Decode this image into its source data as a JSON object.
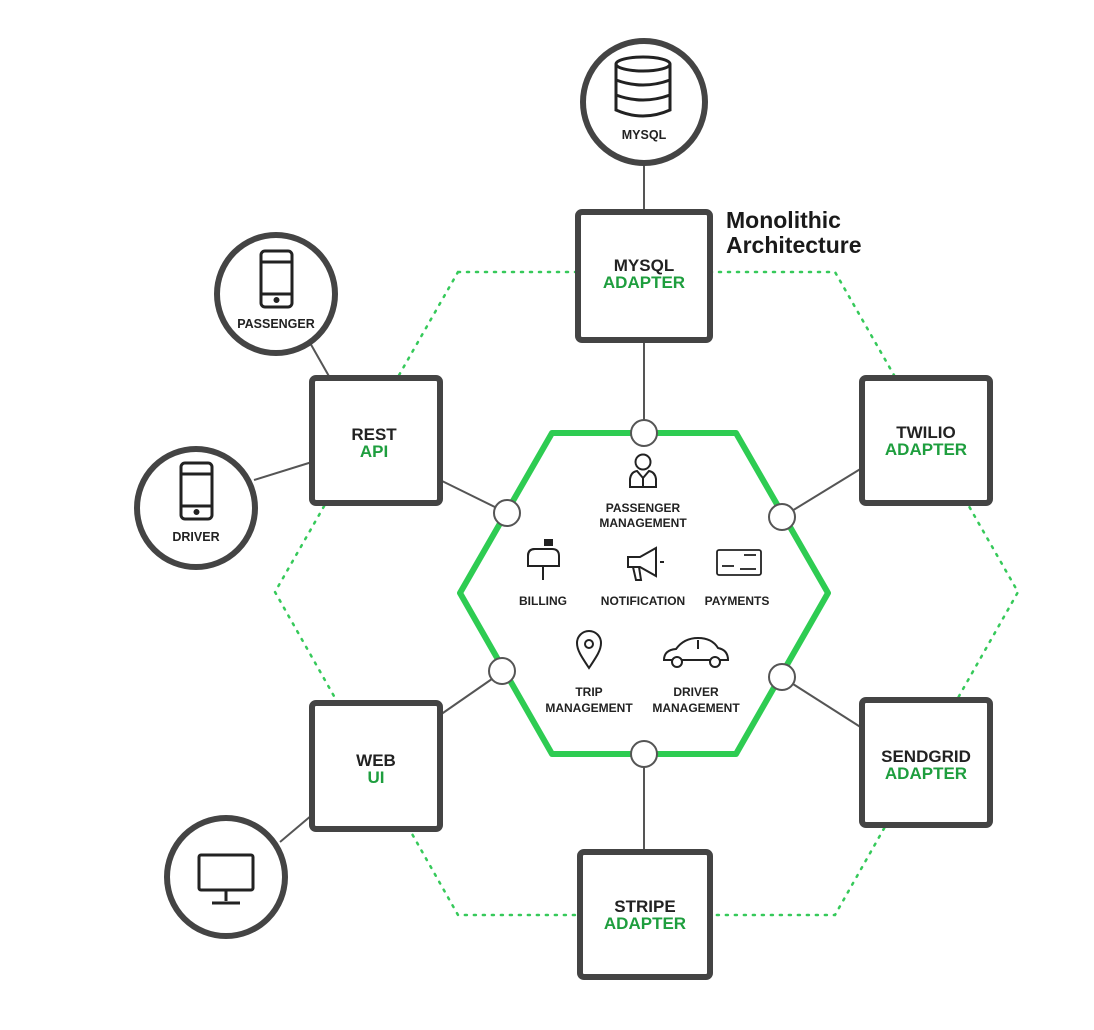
{
  "title": {
    "line1": "Monolithic",
    "line2": "Architecture"
  },
  "colors": {
    "accent": "#2ecc52",
    "dotted": "#36c95a",
    "outline": "#444444",
    "text_green": "#1e9e3e"
  },
  "externals": {
    "mysql": "MYSQL",
    "passenger": "PASSENGER",
    "driver": "DRIVER",
    "web_client": ""
  },
  "adapters": {
    "mysql": {
      "line1": "MYSQL",
      "line2": "ADAPTER"
    },
    "rest": {
      "line1": "REST",
      "line2": "API"
    },
    "twilio": {
      "line1": "TWILIO",
      "line2": "ADAPTER"
    },
    "web": {
      "line1": "WEB",
      "line2": "UI"
    },
    "sendgrid": {
      "line1": "SENDGRID",
      "line2": "ADAPTER"
    },
    "stripe": {
      "line1": "STRIPE",
      "line2": "ADAPTER"
    }
  },
  "modules": {
    "passenger_management": {
      "line1": "PASSENGER",
      "line2": "MANAGEMENT",
      "icon": "user-icon"
    },
    "billing": {
      "line1": "BILLING",
      "icon": "mailbox-icon"
    },
    "notification": {
      "line1": "NOTIFICATION",
      "icon": "megaphone-icon"
    },
    "payments": {
      "line1": "PAYMENTS",
      "icon": "check-icon"
    },
    "trip_management": {
      "line1": "TRIP",
      "line2": "MANAGEMENT",
      "icon": "location-pin-icon"
    },
    "driver_management": {
      "line1": "DRIVER",
      "line2": "MANAGEMENT",
      "icon": "car-icon"
    }
  }
}
